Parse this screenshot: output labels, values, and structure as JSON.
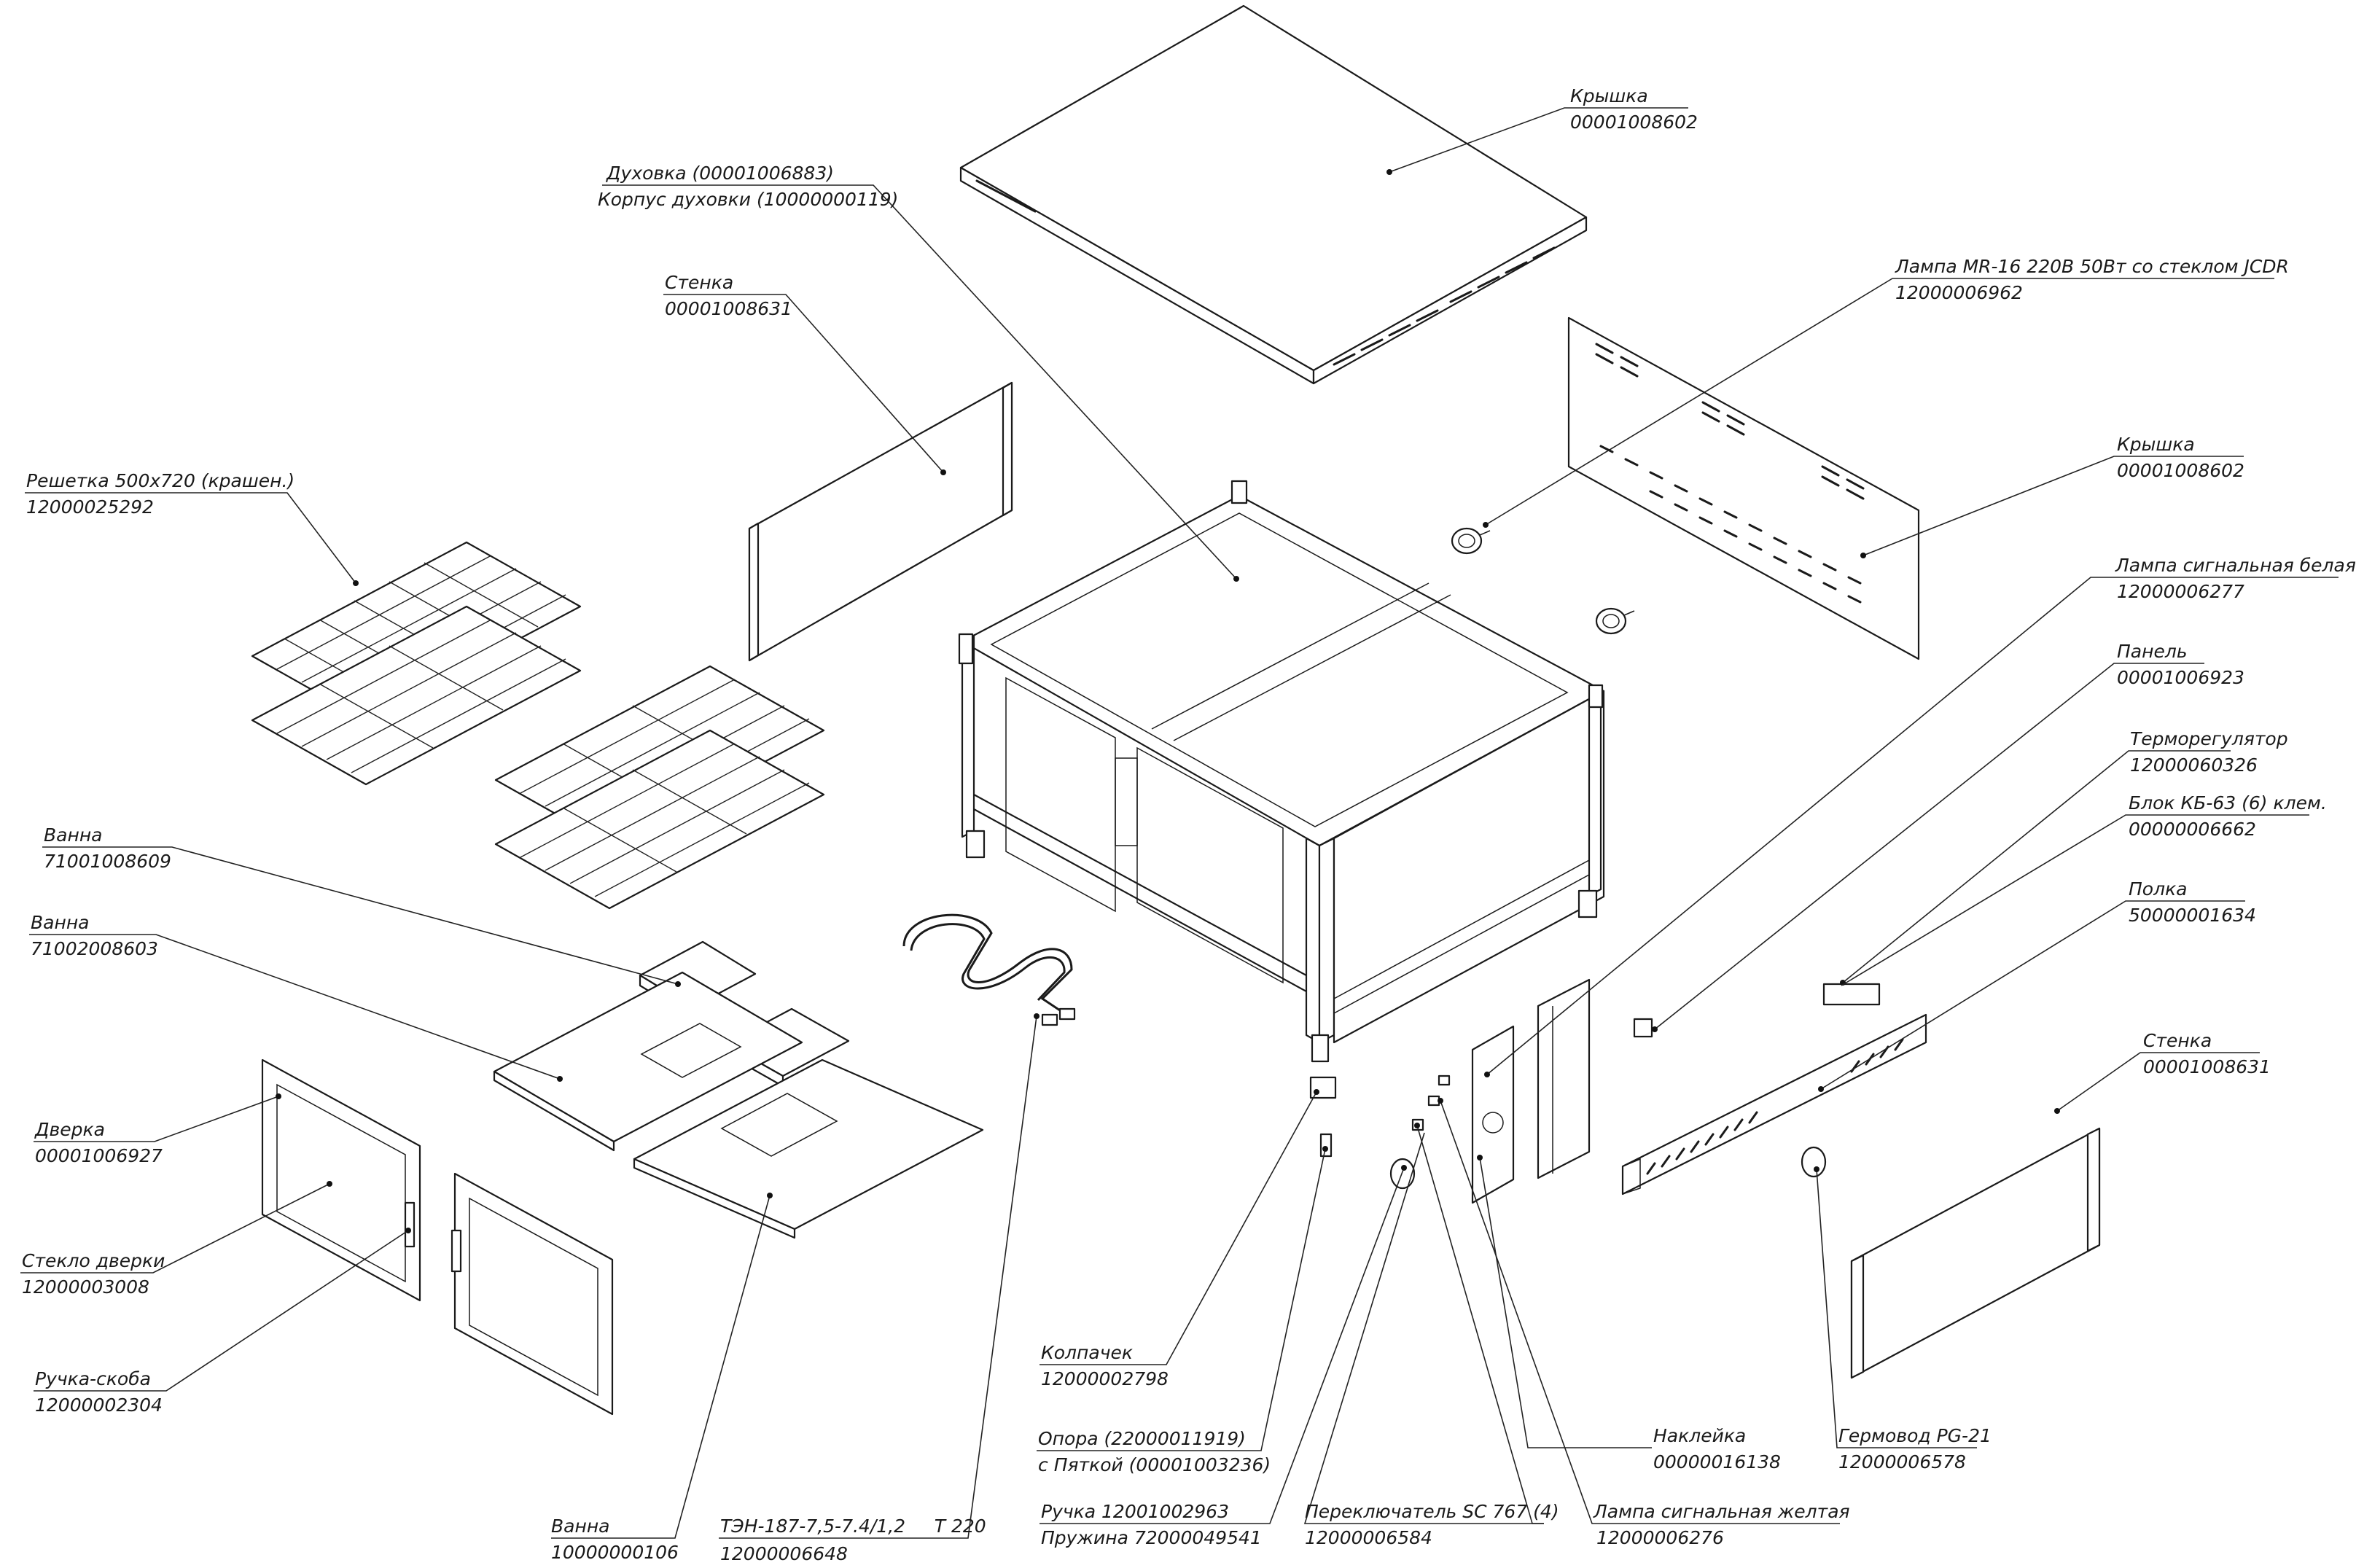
{
  "callouts": [
    {
      "id": "kryshka-top",
      "line1": "Крышка",
      "line2": "00001008602"
    },
    {
      "id": "dukhovka",
      "line1": "Духовка (00001006883)",
      "line2": "Корпус духовки (10000000119)"
    },
    {
      "id": "stenka-left",
      "line1": "Стенка",
      "line2": "00001008631"
    },
    {
      "id": "lampa-mr16",
      "line1": "Лампа MR-16 220В 50Вт со стеклом JCDR",
      "line2": "12000006962"
    },
    {
      "id": "reshetka",
      "line1": "Решетка 500x720 (крашен.)",
      "line2": "12000025292"
    },
    {
      "id": "kryshka-back",
      "line1": "Крышка",
      "line2": "00001008602"
    },
    {
      "id": "lampa-belaya",
      "line1": "Лампа сигнальная белая",
      "line2": "12000006277"
    },
    {
      "id": "panel",
      "line1": "Панель",
      "line2": "00001006923"
    },
    {
      "id": "termoregulyator",
      "line1": "Терморегулятор",
      "line2": "12000060326"
    },
    {
      "id": "blok-kb63",
      "line1": "Блок КБ-63 (6) клем.",
      "line2": "00000006662"
    },
    {
      "id": "vanna-1",
      "line1": "Ванна",
      "line2": "71001008609"
    },
    {
      "id": "polka",
      "line1": "Полка",
      "line2": "50000001634"
    },
    {
      "id": "vanna-2",
      "line1": "Ванна",
      "line2": "71002008603"
    },
    {
      "id": "stenka-right",
      "line1": "Стенка",
      "line2": "00001008631"
    },
    {
      "id": "dverka",
      "line1": "Дверка",
      "line2": "00001006927"
    },
    {
      "id": "steklo-dverki",
      "line1": "Стекло дверки",
      "line2": "12000003008"
    },
    {
      "id": "ruchka-skoba",
      "line1": "Ручка-скоба",
      "line2": "12000002304"
    },
    {
      "id": "kolpachek",
      "line1": "Колпачек",
      "line2": "12000002798"
    },
    {
      "id": "opora",
      "line1": "Опора (22000011919)",
      "line2": "с Пяткой (00001003236)"
    },
    {
      "id": "naklejka",
      "line1": "Наклейка",
      "line2": "00000016138"
    },
    {
      "id": "germovvod",
      "line1": "Гермовод PG-21",
      "line2": "12000006578"
    },
    {
      "id": "ruchka-pruzhina",
      "line1": "Ручка 12001002963",
      "line2": "Пружина 72000049541"
    },
    {
      "id": "pereklyuchatel",
      "line1": "Переключатель SC 767 (4)",
      "line2": "12000006584"
    },
    {
      "id": "lampa-zheltaya",
      "line1": "Лампа сигнальная желтая",
      "line2": "12000006276"
    },
    {
      "id": "vanna-3",
      "line1": "Ванна",
      "line2": "10000000106"
    },
    {
      "id": "ten",
      "line1": "ТЭН-187-7,5-7.4/1,2     Т 220",
      "line2": "12000006648"
    }
  ]
}
